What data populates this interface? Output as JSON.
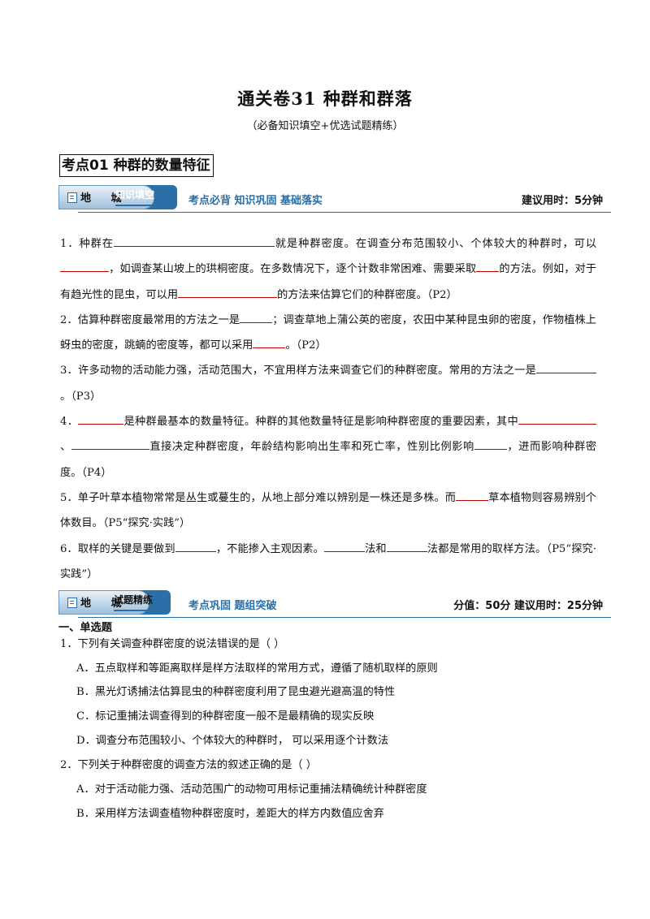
{
  "doc": {
    "title": "通关卷31 种群和群落",
    "subtitle": "（必备知识填空+优选试题精练）",
    "section1": "考点01   种群的数量特征"
  },
  "banner1": {
    "tab_label": "地 城",
    "badge": "知识填空",
    "slogan": "考点必背  知识巩固  基础落实",
    "time": "建议用时：5分钟"
  },
  "fill": {
    "q1a": "1．种群在",
    "q1b": "就是种群密度。在调查分布范围较小、个体较大的种群时，可以",
    "q1c": "，如调查某山坡上的珙桐密度。在多数情况下，逐个计数非常困难、需要采取",
    "q1d": "的方法。例如，对于有趋光性的昆虫，可以用",
    "q1e": "的方法来估算它们的种群密度。（P2）",
    "q2a": "2．估算种群密度最常用的方法之一是",
    "q2b": "；调查草地上蒲公英的密度，农田中某种昆虫卵的密度，作物植株上蚜虫的密度，跳蝻的密度等，都可以采用",
    "q2c": "。（P2）",
    "q3a": "3．许多动物的活动能力强，活动范围大，不宜用样方法来调查它们的种群密度。常用的方法之一是",
    "q3b": "。（P3）",
    "q4a": "4．",
    "q4b": "是种群最基本的数量特征。种群的其他数量特征是影响种群密度的重要因素，其中",
    "q4c": "、",
    "q4d": "直接决定种群密度，年龄结构影响出生率和死亡率，性别比例影响",
    "q4e": "，进而影响种群密度。（P4）",
    "q5a": "5．单子叶草本植物常常是丛生或蔓生的，从地上部分难以辨别是一株还是多株。而",
    "q5b": "草本植物则容易辨别个体数目。（P5“探究·实践”）",
    "q6a": "6．取样的关键是要做到",
    "q6b": "，不能掺入主观因素。",
    "q6c": "法和",
    "q6d": "法都是常用的取样方法。（P5“探究·实践”）"
  },
  "banner2": {
    "tab_label": "地 城",
    "badge": "试题精练",
    "slogan": "考点巩固  题组突破",
    "time": "分值：50分    建议用时：25分钟"
  },
  "practice": {
    "heading": "一、单选题",
    "q1": "1．下列有关调查种群密度的说法错误的是（        ）",
    "q1_options": [
      "A．五点取样和等距离取样是样方法取样的常用方式，遵循了随机取样的原则",
      "B．黑光灯诱捕法估算昆虫的种群密度利用了昆虫避光避高温的特性",
      "C．标记重捕法调查得到的种群密度一般不是最精确的现实反映",
      "D．调查分布范围较小、个体较大的种群时，  可以采用逐个计数法"
    ],
    "q2": "2．下列关于种群密度的调查方法的叙述正确的是（    ）",
    "q2_options": [
      "A．对于活动能力强、活动范围广的动物可用标记重捕法精确统计种群密度",
      "B．采用样方法调查植物种群密度时，差距大的样方内数值应舍弃"
    ]
  },
  "colors": {
    "accent": "#2a6fa8",
    "blank_line": "#c00000"
  }
}
